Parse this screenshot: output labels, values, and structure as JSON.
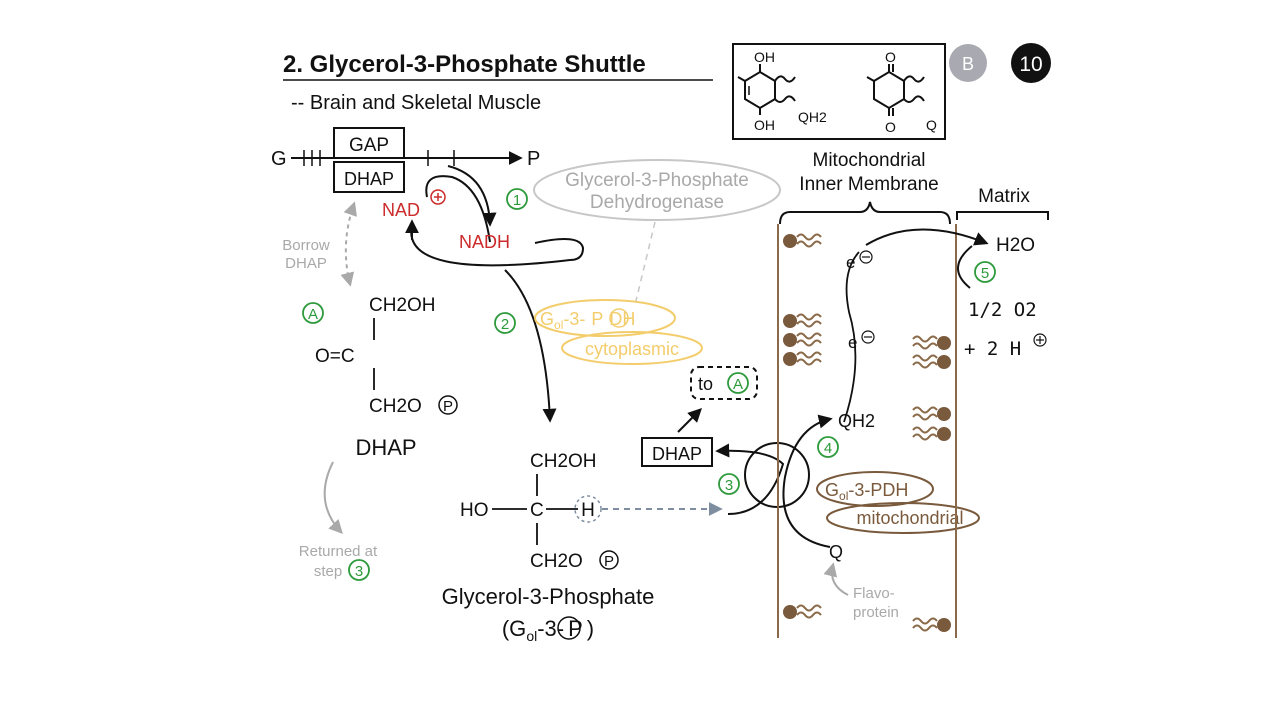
{
  "title": "2. Glycerol-3-Phosphate Shuttle",
  "subtitle": "-- Brain and Skeletal Muscle",
  "badges": {
    "b": "B",
    "page": "10"
  },
  "quinone_box": {
    "oh_top": "OH",
    "oh_bottom": "OH",
    "qh2": "QH2",
    "o_top": "O",
    "o_bottom": "O",
    "q": "Q"
  },
  "glycolysis": {
    "start": "G",
    "end": "P",
    "gap": "GAP",
    "dhap": "DHAP"
  },
  "nad_plus": "NAD",
  "nadh": "NADH",
  "enzyme_name": {
    "line1": "Glycerol-3-Phosphate",
    "line2": "Dehydrogenase"
  },
  "borrow": {
    "line1": "Borrow",
    "line2": "DHAP"
  },
  "returned": {
    "line1": "Returned at",
    "line2": "step"
  },
  "structure_a": {
    "top": "CH2OH",
    "mid": "O=C",
    "bottom": "CH2O",
    "p": "P",
    "name": "DHAP"
  },
  "structure_g3p": {
    "top": "CH2OH",
    "ho": "HO",
    "c": "C",
    "h": "H",
    "bottom": "CH2O",
    "p": "P",
    "name": "Glycerol-3-Phosphate",
    "abbr_open": "(G",
    "abbr_sub": "ol",
    "abbr_mid": "-3-",
    "abbr_p": "P",
    "abbr_close": ")"
  },
  "cyto_enzyme": {
    "g": "G",
    "sub": "ol",
    "rest": "-3-",
    "p": "P",
    "end": "DH",
    "type": "cytoplasmic"
  },
  "mito_enzyme": {
    "g": "G",
    "sub": "ol",
    "rest": "-3-PDH",
    "type": "mitochondrial"
  },
  "dhap_product": "DHAP",
  "to_a": {
    "to": "to",
    "a": "A"
  },
  "steps": {
    "s1": "1",
    "s2": "2",
    "s3": "3",
    "s4": "4",
    "s5": "5",
    "a": "A"
  },
  "membrane": {
    "line1": "Mitochondrial",
    "line2": "Inner Membrane",
    "matrix": "Matrix"
  },
  "electrons": {
    "e": "e"
  },
  "qh2": "QH2",
  "q": "Q",
  "flavoprotein": {
    "line1": "Flavo-",
    "line2": "protein"
  },
  "water": "H2O",
  "half_o2": "1/2 O2",
  "two_h": "+ 2 H",
  "colors": {
    "green": "#2e9a3c",
    "red": "#cc2b2b",
    "gray": "#a9a9a9",
    "yellow": "#f3cd6c",
    "brown": "#7a5a3c",
    "lipid": "#8a6a48",
    "blue_gray": "#7e8ea0"
  }
}
